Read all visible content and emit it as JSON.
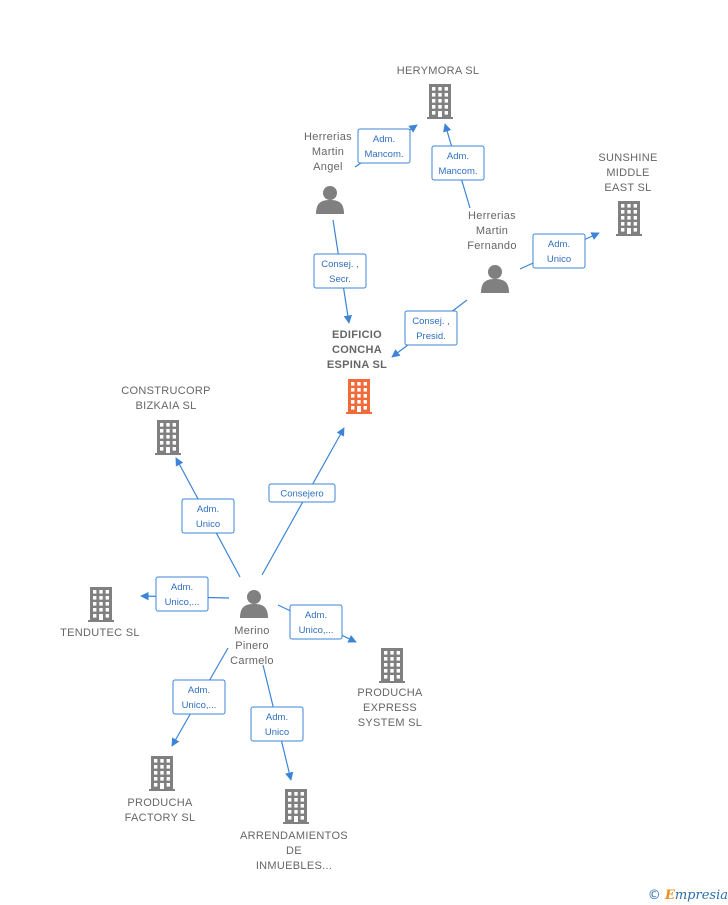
{
  "colors": {
    "company": "#808080",
    "focus": "#f06a3a",
    "person": "#808080",
    "edge": "#3b84d8"
  },
  "nodes": [
    {
      "id": "herymora",
      "type": "company",
      "label": [
        "HERYMORA  SL"
      ]
    },
    {
      "id": "sunshine",
      "type": "company",
      "label": [
        "SUNSHINE",
        "MIDDLE",
        "EAST  SL"
      ]
    },
    {
      "id": "hm_angel",
      "type": "person",
      "label": [
        "Herrerias",
        "Martin",
        "Angel"
      ]
    },
    {
      "id": "hm_fernando",
      "type": "person",
      "label": [
        "Herrerias",
        "Martin",
        "Fernando"
      ]
    },
    {
      "id": "edificio",
      "type": "focus",
      "label": [
        "EDIFICIO",
        "CONCHA",
        "ESPINA  SL"
      ]
    },
    {
      "id": "construcorp",
      "type": "company",
      "label": [
        "CONSTRUCORP",
        "BIZKAIA SL"
      ]
    },
    {
      "id": "tendutec",
      "type": "company",
      "label": [
        "TENDUTEC  SL"
      ]
    },
    {
      "id": "merino",
      "type": "person",
      "label": [
        "Merino",
        "Pinero",
        "Carmelo"
      ]
    },
    {
      "id": "producha_express",
      "type": "company",
      "label": [
        "PRODUCHA",
        "EXPRESS",
        "SYSTEM  SL"
      ]
    },
    {
      "id": "producha_factory",
      "type": "company",
      "label": [
        "PRODUCHA",
        "FACTORY  SL"
      ]
    },
    {
      "id": "arrendamientos",
      "type": "company",
      "label": [
        "ARRENDAMIENTOS",
        "DE",
        "INMUEBLES..."
      ]
    }
  ],
  "edges": [
    {
      "id": "e1",
      "from": "hm_angel",
      "to": "herymora",
      "label": [
        "Adm.",
        "Mancom."
      ]
    },
    {
      "id": "e2",
      "from": "hm_fernando",
      "to": "herymora",
      "label": [
        "Adm.",
        "Mancom."
      ]
    },
    {
      "id": "e3",
      "from": "hm_fernando",
      "to": "sunshine",
      "label": [
        "Adm.",
        "Unico"
      ]
    },
    {
      "id": "e4",
      "from": "hm_angel",
      "to": "edificio",
      "label": [
        "Consej. ,",
        "Secr."
      ]
    },
    {
      "id": "e5",
      "from": "hm_fernando",
      "to": "edificio",
      "label": [
        "Consej. ,",
        "Presid."
      ]
    },
    {
      "id": "e6",
      "from": "merino",
      "to": "edificio",
      "label": [
        "Consejero"
      ]
    },
    {
      "id": "e7",
      "from": "merino",
      "to": "construcorp",
      "label": [
        "Adm.",
        "Unico"
      ]
    },
    {
      "id": "e8",
      "from": "merino",
      "to": "tendutec",
      "label": [
        "Adm.",
        "Unico,..."
      ]
    },
    {
      "id": "e9",
      "from": "merino",
      "to": "producha_express",
      "label": [
        "Adm.",
        "Unico,..."
      ]
    },
    {
      "id": "e10",
      "from": "merino",
      "to": "producha_factory",
      "label": [
        "Adm.",
        "Unico,..."
      ]
    },
    {
      "id": "e11",
      "from": "merino",
      "to": "arrendamientos",
      "label": [
        "Adm.",
        "Unico"
      ]
    }
  ],
  "footer": {
    "copyright_symbol": "©",
    "brand_first": "E",
    "brand_rest": "mpresia"
  }
}
